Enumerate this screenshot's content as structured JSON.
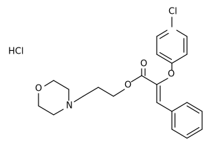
{
  "molecule": {
    "salt_label": "HCl",
    "atoms": {
      "cl": "Cl",
      "o_ether": "O",
      "o_carbonyl": "O",
      "o_ester": "O",
      "n_morpholine": "N",
      "o_morpholine": "O"
    }
  }
}
